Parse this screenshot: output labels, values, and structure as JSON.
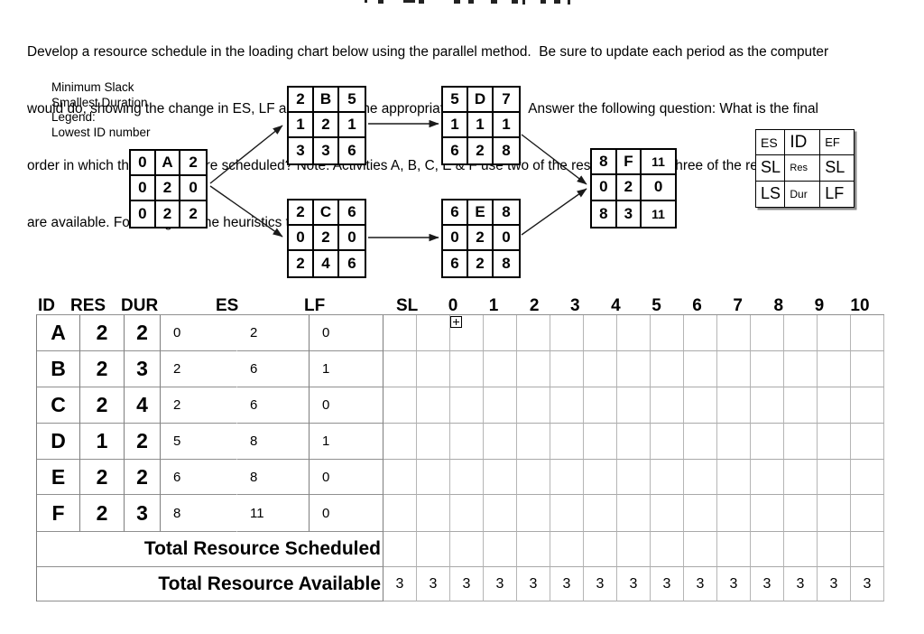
{
  "instructions": {
    "lines": [
      "Develop a resource schedule in the loading chart below using the parallel method.  Be sure to update each period as the computer",
      "would do, showing the change in ES, LF and Slack in the appropriate table cells.  Answer the following question: What is the final",
      "order in which the activities are scheduled? Note: Activities A, B, C, E & F use two of the resource skills. Three of the resource skills",
      "are available. Following are the heuristics to be used:"
    ]
  },
  "heuristics": [
    "Minimum Slack",
    "Smallest Duration",
    "Legend:",
    "Lowest ID number"
  ],
  "network": {
    "nodes": [
      {
        "id": "A",
        "grid": [
          [
            "0",
            "A",
            "2"
          ],
          [
            "0",
            "2",
            "0"
          ],
          [
            "0",
            "2",
            "2"
          ]
        ]
      },
      {
        "id": "B",
        "grid": [
          [
            "2",
            "B",
            "5"
          ],
          [
            "1",
            "2",
            "1"
          ],
          [
            "3",
            "3",
            "6"
          ]
        ]
      },
      {
        "id": "C",
        "grid": [
          [
            "2",
            "C",
            "6"
          ],
          [
            "0",
            "2",
            "0"
          ],
          [
            "2",
            "4",
            "6"
          ]
        ]
      },
      {
        "id": "D",
        "grid": [
          [
            "5",
            "D",
            "7"
          ],
          [
            "1",
            "1",
            "1"
          ],
          [
            "6",
            "2",
            "8"
          ]
        ]
      },
      {
        "id": "E",
        "grid": [
          [
            "6",
            "E",
            "8"
          ],
          [
            "0",
            "2",
            "0"
          ],
          [
            "6",
            "2",
            "8"
          ]
        ]
      },
      {
        "id": "F",
        "grid": [
          [
            "8",
            "F",
            "11"
          ],
          [
            "0",
            "2",
            "0"
          ],
          [
            "8",
            "3",
            "11"
          ]
        ]
      }
    ],
    "legend": {
      "grid": [
        [
          "ES",
          "ID",
          "EF"
        ],
        [
          "SL",
          "Res",
          "SL"
        ],
        [
          "LS",
          "Dur",
          "LF"
        ]
      ]
    },
    "edges": [
      {
        "from": "A",
        "to": "B"
      },
      {
        "from": "A",
        "to": "C"
      },
      {
        "from": "B",
        "to": "D"
      },
      {
        "from": "C",
        "to": "E"
      },
      {
        "from": "D",
        "to": "F"
      },
      {
        "from": "E",
        "to": "F"
      }
    ]
  },
  "loading_chart": {
    "column_headers": [
      "ID",
      "RES",
      "DUR",
      "ES",
      "LF",
      "SL"
    ],
    "period_headers": [
      "0",
      "1",
      "2",
      "3",
      "4",
      "5",
      "6",
      "7",
      "8",
      "9",
      "10"
    ],
    "rows": [
      {
        "id": "A",
        "res": "2",
        "dur": "2",
        "es": "0",
        "lf": "2",
        "sl": "0"
      },
      {
        "id": "B",
        "res": "2",
        "dur": "3",
        "es": "2",
        "lf": "6",
        "sl": "1"
      },
      {
        "id": "C",
        "res": "2",
        "dur": "4",
        "es": "2",
        "lf": "6",
        "sl": "0"
      },
      {
        "id": "D",
        "res": "1",
        "dur": "2",
        "es": "5",
        "lf": "8",
        "sl": "1"
      },
      {
        "id": "E",
        "res": "2",
        "dur": "2",
        "es": "6",
        "lf": "8",
        "sl": "0"
      },
      {
        "id": "F",
        "res": "2",
        "dur": "3",
        "es": "8",
        "lf": "11",
        "sl": "0"
      }
    ],
    "total_scheduled_label": "Total Resource Scheduled",
    "total_available_label": "Total Resource Available",
    "total_available_values": [
      "3",
      "3",
      "3",
      "3",
      "3",
      "3",
      "3",
      "3",
      "3",
      "3",
      "3",
      "3",
      "3",
      "3",
      "3"
    ]
  }
}
